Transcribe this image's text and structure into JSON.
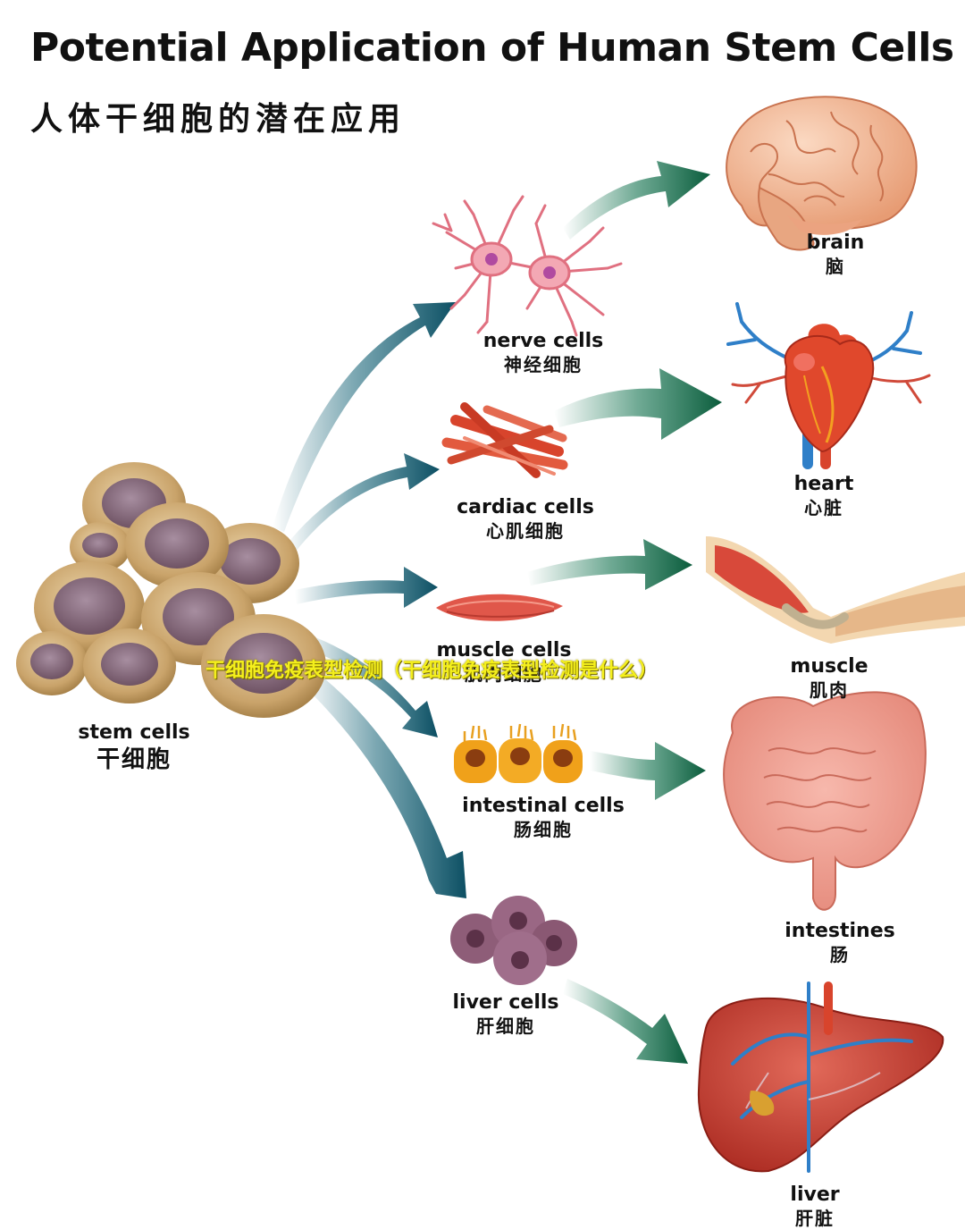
{
  "title": "Potential Application of Human Stem Cells",
  "subtitle": "人体干细胞的潜在应用",
  "source": {
    "en": "stem cells",
    "zh": "干细胞"
  },
  "cells": [
    {
      "en": "nerve cells",
      "zh": "神经细胞"
    },
    {
      "en": "cardiac cells",
      "zh": "心肌细胞"
    },
    {
      "en": "muscle cells",
      "zh": "肌肉细胞"
    },
    {
      "en": "intestinal cells",
      "zh": "肠细胞"
    },
    {
      "en": "liver cells",
      "zh": "肝细胞"
    }
  ],
  "organs": [
    {
      "en": "brain",
      "zh": "脑"
    },
    {
      "en": "heart",
      "zh": "心脏"
    },
    {
      "en": "muscle",
      "zh": "肌肉"
    },
    {
      "en": "intestines",
      "zh": "肠"
    },
    {
      "en": "liver",
      "zh": "肝脏"
    }
  ],
  "overlay_text": "干细胞免疫表型检测（干细胞免疫表型检测是什么）",
  "colors": {
    "arrow_teal": "#0f5f73",
    "arrow_green": "#10714d",
    "stem_cell": "#c9a36a",
    "stem_nucleus": "#8c6c80",
    "nerve": "#e07080",
    "cardiac": "#d8442c",
    "intestinal": "#f0a11a",
    "liver_cell": "#8e5d78",
    "brain": "#f2b48e",
    "heart": "#e0482c",
    "liver": "#c9392e",
    "vessel_blue": "#2f7fc8",
    "watermark": "#f4ef1c"
  }
}
